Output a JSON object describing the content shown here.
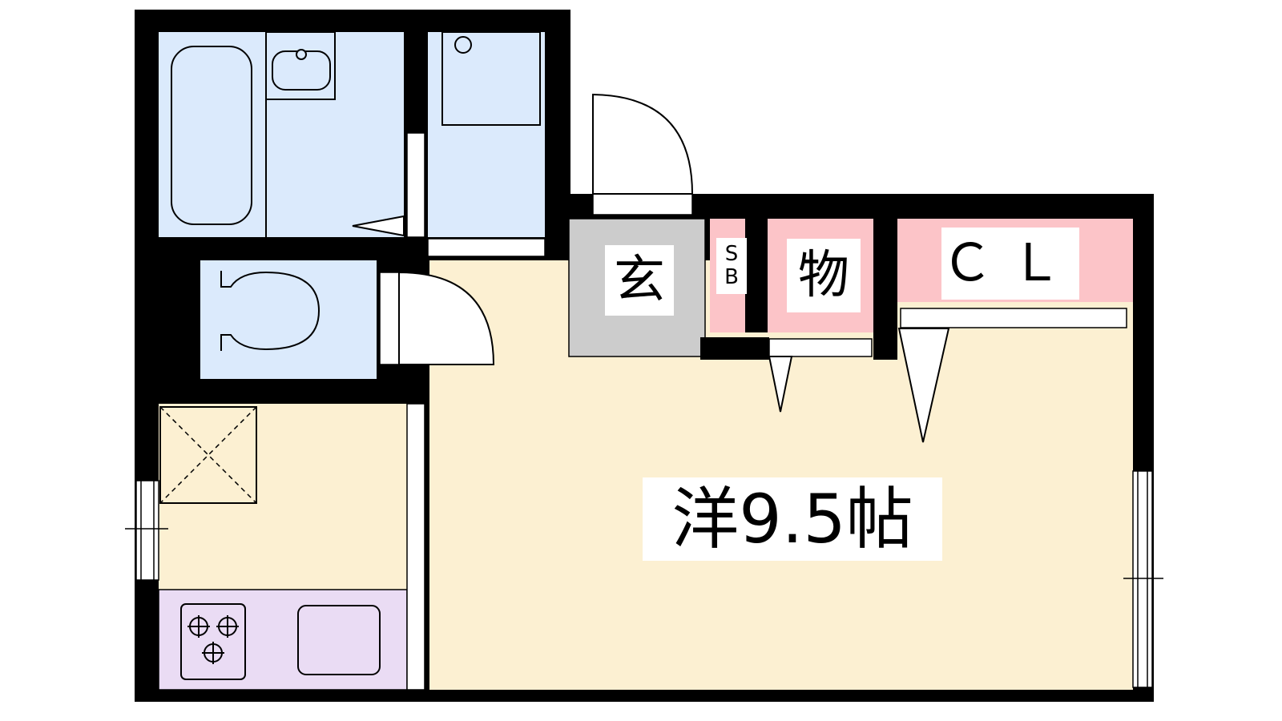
{
  "plan": {
    "rooms": {
      "western": {
        "label": "洋9.5帖"
      },
      "entrance": {
        "label": "玄"
      },
      "storage": {
        "label": "物"
      },
      "closet": {
        "label": "ＣＬ"
      },
      "shoe_box": {
        "label_line1": "S",
        "label_line2": "B"
      }
    },
    "colors": {
      "wall": "#000000",
      "wet_area": "#dbeafc",
      "floor": "#fcf0d2",
      "storage": "#fcc4c8",
      "entrance": "#cccccc",
      "kitchen": "#eadcf4"
    }
  }
}
